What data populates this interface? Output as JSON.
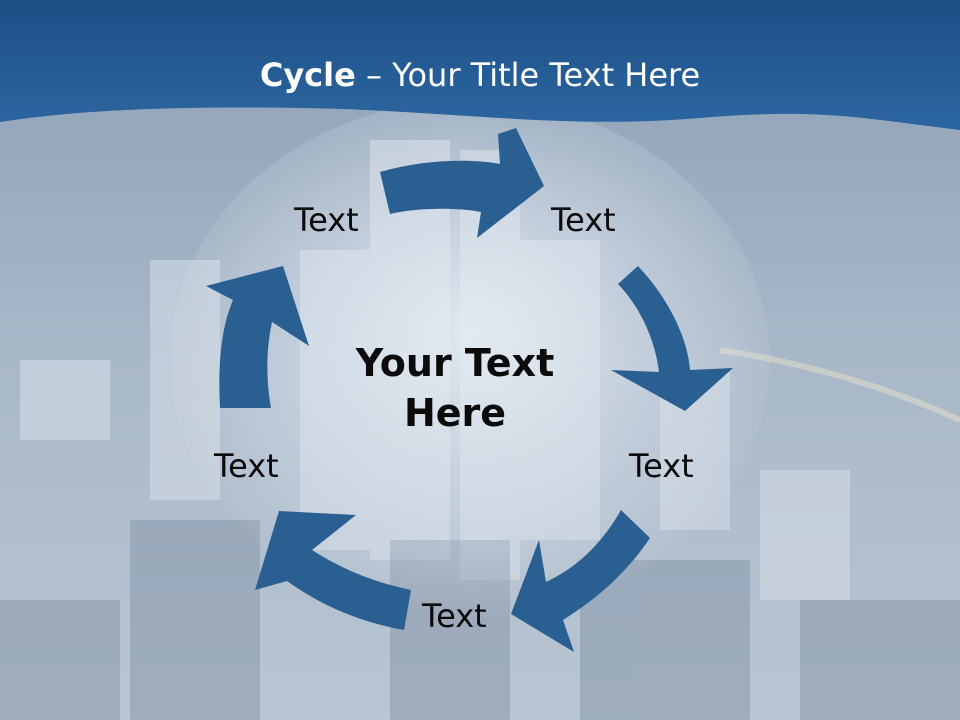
{
  "title": {
    "bold": "Cycle",
    "rest": " – Your Title Text Here"
  },
  "center_text": {
    "line1": "Your Text",
    "line2": "Here"
  },
  "cycle_labels": [
    "Text",
    "Text",
    "Text",
    "Text",
    "Text"
  ],
  "colors": {
    "header": "#225a93",
    "arrow": "#2a5f91",
    "text": "#0b0b0b",
    "title_text": "#ffffff"
  }
}
